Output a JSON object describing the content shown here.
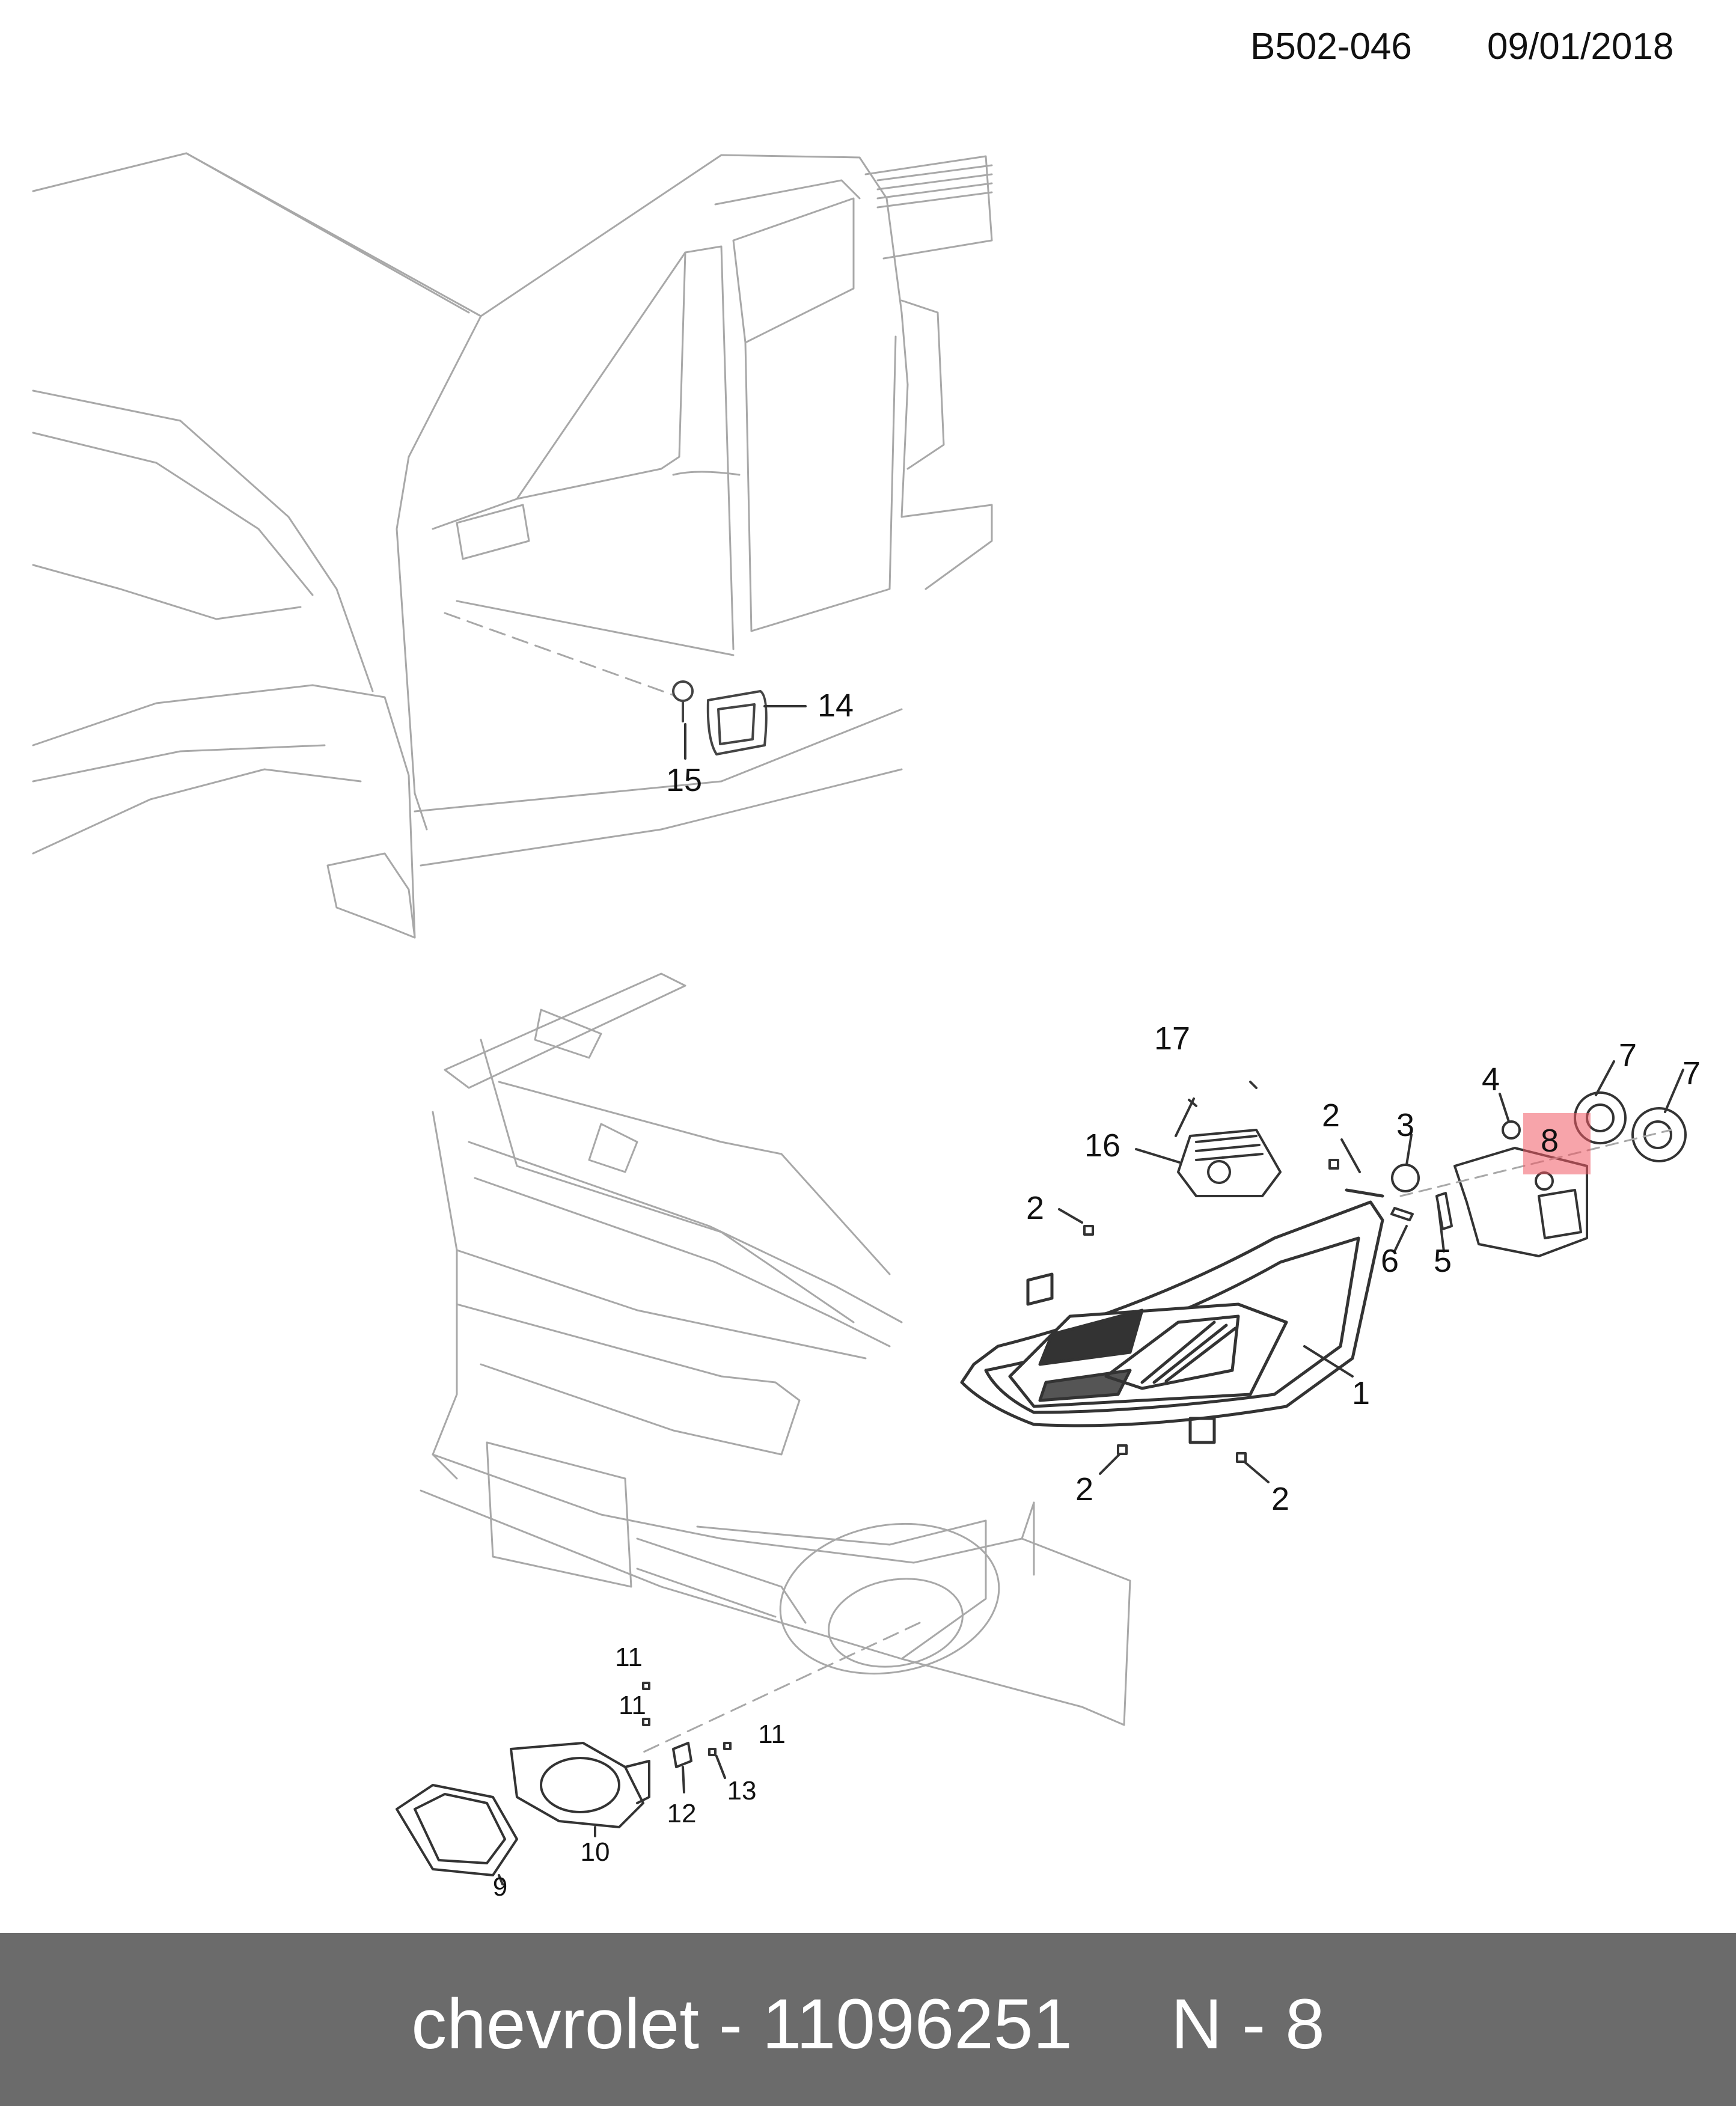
{
  "header": {
    "code": "B502-046",
    "date": "09/01/2018"
  },
  "callouts": [
    {
      "id": "c14",
      "label": "14"
    },
    {
      "id": "c15",
      "label": "15"
    },
    {
      "id": "c17",
      "label": "17"
    },
    {
      "id": "c16",
      "label": "16"
    },
    {
      "id": "c2a",
      "label": "2"
    },
    {
      "id": "c2b",
      "label": "2"
    },
    {
      "id": "c3",
      "label": "3"
    },
    {
      "id": "c4",
      "label": "4"
    },
    {
      "id": "c8",
      "label": "8"
    },
    {
      "id": "c7a",
      "label": "7"
    },
    {
      "id": "c7b",
      "label": "7"
    },
    {
      "id": "c6",
      "label": "6"
    },
    {
      "id": "c5",
      "label": "5"
    },
    {
      "id": "c1",
      "label": "1"
    },
    {
      "id": "c2c",
      "label": "2"
    },
    {
      "id": "c2d",
      "label": "2"
    },
    {
      "id": "c11a",
      "label": "11"
    },
    {
      "id": "c11b",
      "label": "11"
    },
    {
      "id": "c11c",
      "label": "11"
    },
    {
      "id": "c12",
      "label": "12"
    },
    {
      "id": "c13",
      "label": "13"
    },
    {
      "id": "c10",
      "label": "10"
    },
    {
      "id": "c9",
      "label": "9"
    }
  ],
  "highlighted_part": "8",
  "footer": {
    "text": "chevrolet - 11096251     N - 8"
  },
  "colors": {
    "footer_bg": "#6b6b6b",
    "highlight": "#f05a64",
    "line_art": "#9a9a9a"
  }
}
